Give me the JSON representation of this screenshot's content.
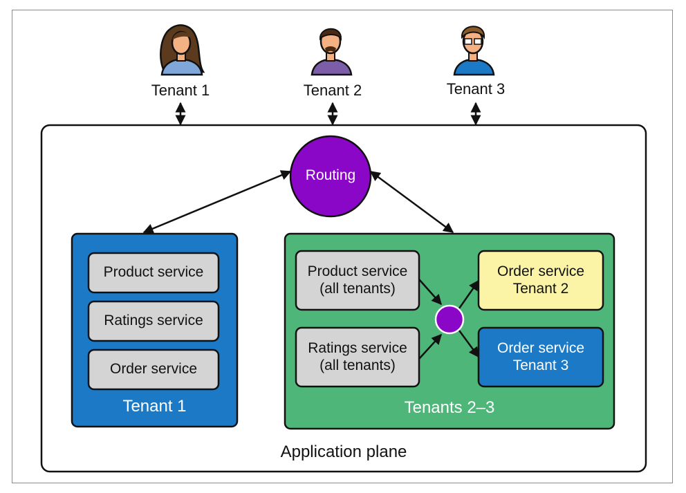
{
  "tenants": [
    {
      "label": "Tenant 1"
    },
    {
      "label": "Tenant 2"
    },
    {
      "label": "Tenant 3"
    }
  ],
  "routing": {
    "label": "Routing"
  },
  "tenant1_block": {
    "title": "Tenant 1",
    "services": [
      "Product service",
      "Ratings service",
      "Order service"
    ]
  },
  "tenants23_block": {
    "title": "Tenants 2–3",
    "shared_services": [
      {
        "line1": "Product service",
        "line2": "(all tenants)"
      },
      {
        "line1": "Ratings service",
        "line2": "(all tenants)"
      }
    ],
    "tenant_services": [
      {
        "line1": "Order service",
        "line2": "Tenant 2"
      },
      {
        "line1": "Order service",
        "line2": "Tenant 3"
      }
    ]
  },
  "plane": {
    "label": "Application plane"
  },
  "colors": {
    "tenant1_blue": "#1b79c6",
    "tenants23_green": "#4db678",
    "routing_purple": "#8a07c7",
    "service_gray": "#d4d4d4",
    "tenant2_yellow": "#fbf4a6",
    "tenant3_blue": "#1b79c6"
  }
}
